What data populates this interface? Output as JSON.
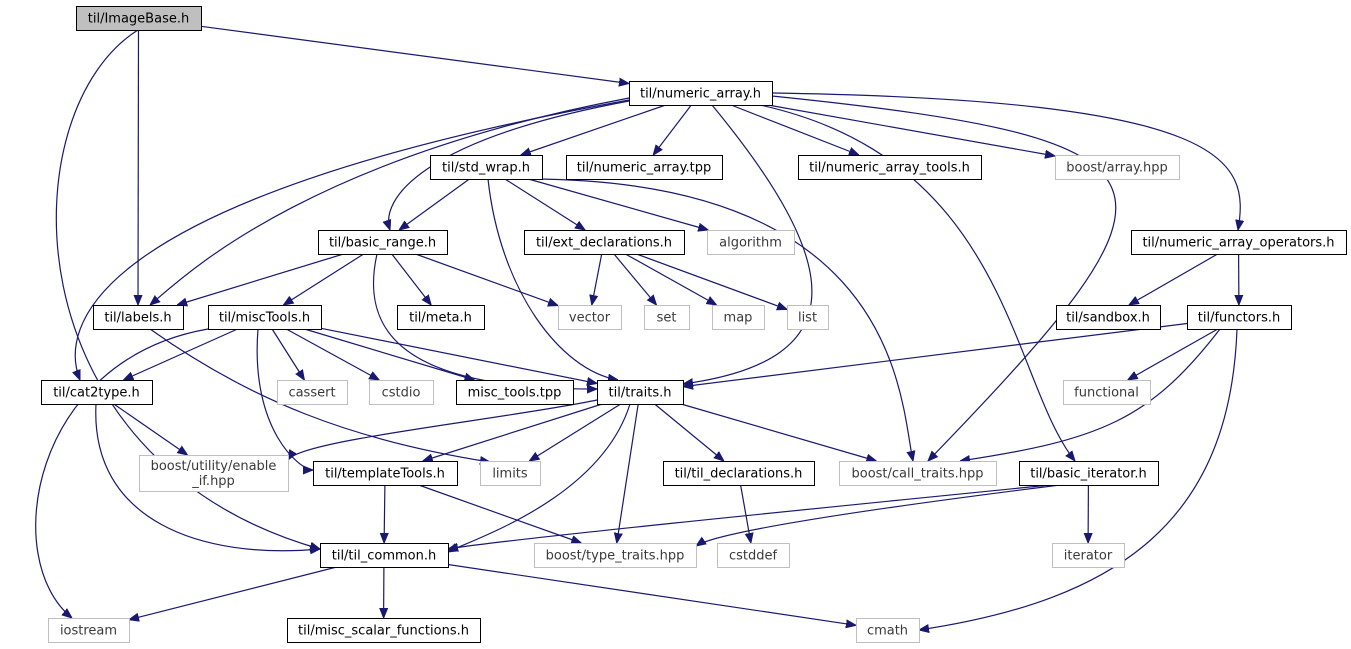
{
  "nodes": {
    "image_base": {
      "lines": [
        "til/ImageBase.h"
      ],
      "kind": "root"
    },
    "numeric_array": {
      "lines": [
        "til/numeric_array.h"
      ],
      "kind": "local"
    },
    "std_wrap": {
      "lines": [
        "til/std_wrap.h"
      ],
      "kind": "local"
    },
    "numeric_array_tpp": {
      "lines": [
        "til/numeric_array.tpp"
      ],
      "kind": "local"
    },
    "numeric_array_tools": {
      "lines": [
        "til/numeric_array_tools.h"
      ],
      "kind": "local"
    },
    "boost_array": {
      "lines": [
        "boost/array.hpp"
      ],
      "kind": "external"
    },
    "basic_range": {
      "lines": [
        "til/basic_range.h"
      ],
      "kind": "local"
    },
    "ext_declarations": {
      "lines": [
        "til/ext_declarations.h"
      ],
      "kind": "local"
    },
    "algorithm": {
      "lines": [
        "algorithm"
      ],
      "kind": "external"
    },
    "numeric_array_operators": {
      "lines": [
        "til/numeric_array_operators.h"
      ],
      "kind": "local"
    },
    "labels": {
      "lines": [
        "til/labels.h"
      ],
      "kind": "local"
    },
    "misc_tools": {
      "lines": [
        "til/miscTools.h"
      ],
      "kind": "local"
    },
    "meta": {
      "lines": [
        "til/meta.h"
      ],
      "kind": "local"
    },
    "vector": {
      "lines": [
        "vector"
      ],
      "kind": "external"
    },
    "set": {
      "lines": [
        "set"
      ],
      "kind": "external"
    },
    "map": {
      "lines": [
        "map"
      ],
      "kind": "external"
    },
    "list": {
      "lines": [
        "list"
      ],
      "kind": "external"
    },
    "sandbox": {
      "lines": [
        "til/sandbox.h"
      ],
      "kind": "local"
    },
    "functors": {
      "lines": [
        "til/functors.h"
      ],
      "kind": "local"
    },
    "cat2type": {
      "lines": [
        "til/cat2type.h"
      ],
      "kind": "local"
    },
    "cassert": {
      "lines": [
        "cassert"
      ],
      "kind": "external"
    },
    "cstdio": {
      "lines": [
        "cstdio"
      ],
      "kind": "external"
    },
    "misc_tools_tpp": {
      "lines": [
        "misc_tools.tpp"
      ],
      "kind": "local"
    },
    "traits": {
      "lines": [
        "til/traits.h"
      ],
      "kind": "local"
    },
    "functional": {
      "lines": [
        "functional"
      ],
      "kind": "external"
    },
    "enable_if": {
      "lines": [
        "boost/utility/enable",
        "_if.hpp"
      ],
      "kind": "external"
    },
    "template_tools": {
      "lines": [
        "til/templateTools.h"
      ],
      "kind": "local"
    },
    "limits": {
      "lines": [
        "limits"
      ],
      "kind": "external"
    },
    "til_declarations": {
      "lines": [
        "til/til_declarations.h"
      ],
      "kind": "local"
    },
    "call_traits": {
      "lines": [
        "boost/call_traits.hpp"
      ],
      "kind": "external"
    },
    "basic_iterator": {
      "lines": [
        "til/basic_iterator.h"
      ],
      "kind": "local"
    },
    "til_common": {
      "lines": [
        "til/til_common.h"
      ],
      "kind": "local"
    },
    "type_traits": {
      "lines": [
        "boost/type_traits.hpp"
      ],
      "kind": "external"
    },
    "cstddef": {
      "lines": [
        "cstddef"
      ],
      "kind": "external"
    },
    "iterator": {
      "lines": [
        "iterator"
      ],
      "kind": "external"
    },
    "iostream": {
      "lines": [
        "iostream"
      ],
      "kind": "external"
    },
    "misc_scalar_functions": {
      "lines": [
        "til/misc_scalar_functions.h"
      ],
      "kind": "local"
    },
    "cmath": {
      "lines": [
        "cmath"
      ],
      "kind": "external"
    }
  },
  "edges": [
    [
      "image_base",
      "numeric_array"
    ],
    [
      "image_base",
      "labels"
    ],
    [
      "image_base",
      "til_common"
    ],
    [
      "numeric_array",
      "std_wrap"
    ],
    [
      "numeric_array",
      "numeric_array_tpp"
    ],
    [
      "numeric_array",
      "numeric_array_tools"
    ],
    [
      "numeric_array",
      "boost_array"
    ],
    [
      "numeric_array",
      "basic_range"
    ],
    [
      "numeric_array",
      "numeric_array_operators"
    ],
    [
      "numeric_array",
      "labels"
    ],
    [
      "numeric_array",
      "cat2type"
    ],
    [
      "numeric_array",
      "traits"
    ],
    [
      "numeric_array",
      "call_traits"
    ],
    [
      "numeric_array",
      "basic_iterator"
    ],
    [
      "std_wrap",
      "basic_range"
    ],
    [
      "std_wrap",
      "ext_declarations"
    ],
    [
      "std_wrap",
      "algorithm"
    ],
    [
      "std_wrap",
      "traits"
    ],
    [
      "std_wrap",
      "call_traits"
    ],
    [
      "basic_range",
      "labels"
    ],
    [
      "basic_range",
      "misc_tools"
    ],
    [
      "basic_range",
      "meta"
    ],
    [
      "basic_range",
      "vector"
    ],
    [
      "basic_range",
      "traits"
    ],
    [
      "ext_declarations",
      "vector"
    ],
    [
      "ext_declarations",
      "set"
    ],
    [
      "ext_declarations",
      "map"
    ],
    [
      "ext_declarations",
      "list"
    ],
    [
      "numeric_array_operators",
      "sandbox"
    ],
    [
      "numeric_array_operators",
      "functors"
    ],
    [
      "labels",
      "limits"
    ],
    [
      "misc_tools",
      "cat2type"
    ],
    [
      "misc_tools",
      "cassert"
    ],
    [
      "misc_tools",
      "cstdio"
    ],
    [
      "misc_tools",
      "misc_tools_tpp"
    ],
    [
      "misc_tools",
      "traits"
    ],
    [
      "misc_tools",
      "template_tools"
    ],
    [
      "misc_tools",
      "iostream"
    ],
    [
      "functors",
      "traits"
    ],
    [
      "functors",
      "functional"
    ],
    [
      "functors",
      "call_traits"
    ],
    [
      "functors",
      "cmath"
    ],
    [
      "cat2type",
      "enable_if"
    ],
    [
      "cat2type",
      "til_common"
    ],
    [
      "traits",
      "enable_if"
    ],
    [
      "traits",
      "template_tools"
    ],
    [
      "traits",
      "limits"
    ],
    [
      "traits",
      "til_declarations"
    ],
    [
      "traits",
      "call_traits"
    ],
    [
      "traits",
      "til_common"
    ],
    [
      "traits",
      "type_traits"
    ],
    [
      "template_tools",
      "til_common"
    ],
    [
      "template_tools",
      "type_traits"
    ],
    [
      "til_declarations",
      "cstddef"
    ],
    [
      "basic_iterator",
      "til_common"
    ],
    [
      "basic_iterator",
      "type_traits"
    ],
    [
      "basic_iterator",
      "iterator"
    ],
    [
      "til_common",
      "iostream"
    ],
    [
      "til_common",
      "misc_scalar_functions"
    ],
    [
      "til_common",
      "cmath"
    ]
  ],
  "colors": {
    "edge": "#191970",
    "root_fill": "#bfbfbf",
    "local_border": "#000000",
    "external_border": "#bfbfbf"
  }
}
